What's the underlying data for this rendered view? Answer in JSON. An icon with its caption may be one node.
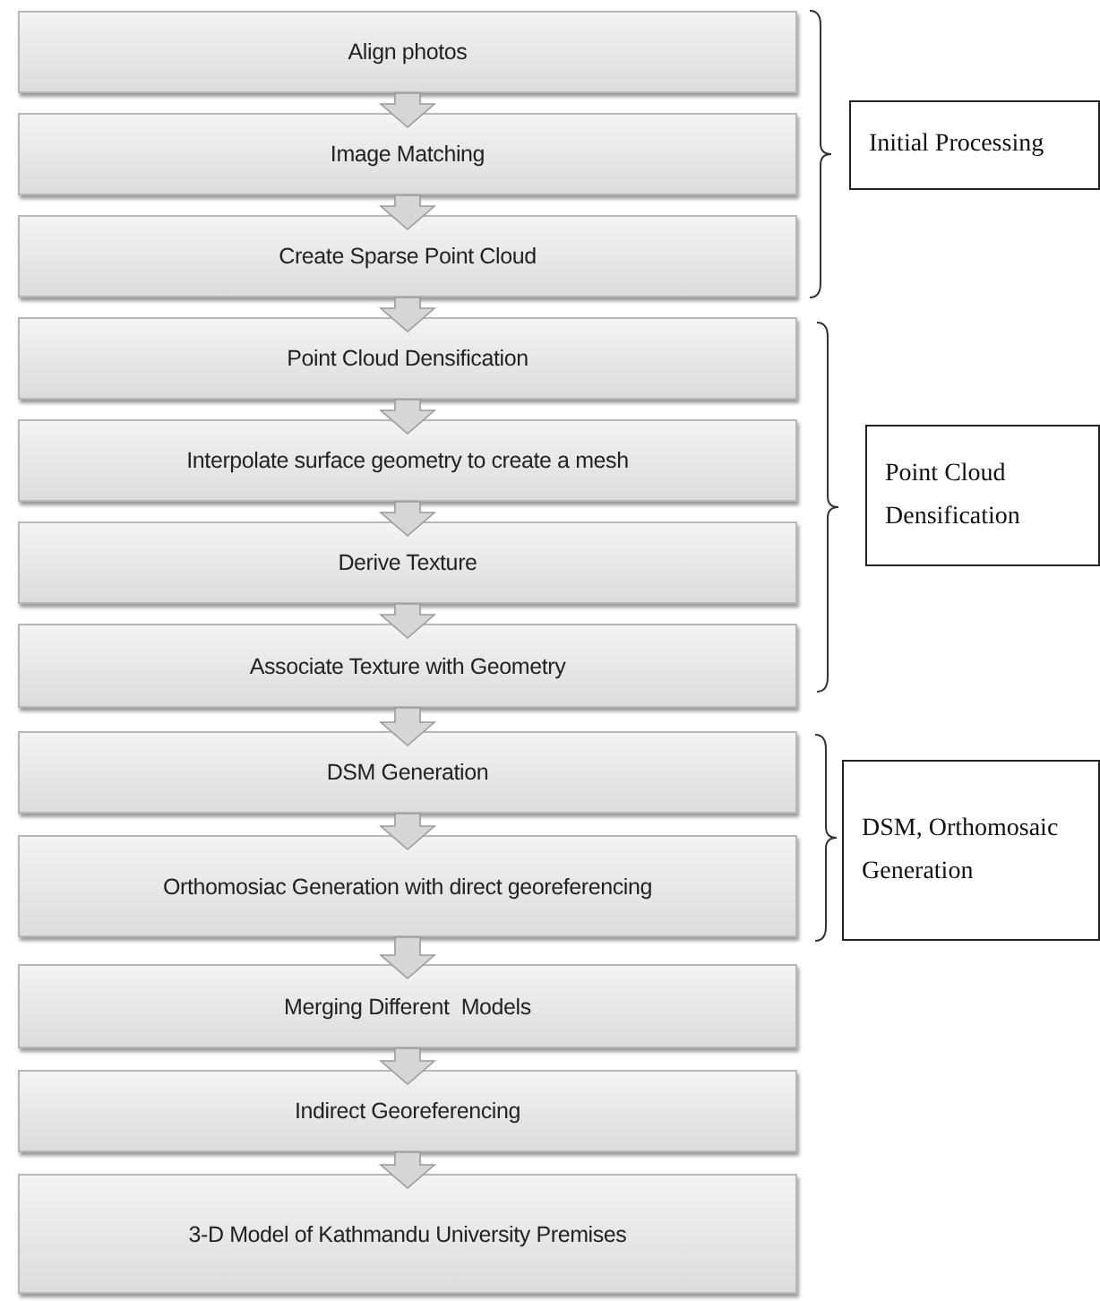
{
  "diagram": {
    "nodes": [
      {
        "text": [
          "Align photos"
        ]
      },
      {
        "text": [
          "Image Matching"
        ]
      },
      {
        "text": [
          "Create Sparse Point Cloud"
        ]
      },
      {
        "text": [
          "Point Cloud Densification"
        ]
      },
      {
        "text": [
          "Interpolate surface geometry to create a mesh"
        ]
      },
      {
        "text": [
          "Derive Texture"
        ]
      },
      {
        "text": [
          "Associate Texture with Geometry"
        ]
      },
      {
        "text": [
          "DSM Generation"
        ]
      },
      {
        "text": [
          "Orthomosiac Generation with direct georeferencing"
        ]
      },
      {
        "text": [
          "Merging Different  Models"
        ]
      },
      {
        "text": [
          "Indirect Georeferencing"
        ]
      },
      {
        "text": [
          "3-D Model of Kathmandu University Premises"
        ]
      },
      {
        "text": [
          "Initial Processing"
        ]
      },
      {
        "text": [
          "Point Cloud Densification"
        ]
      },
      {
        "text": [
          "DSM, Orthomosaic Generation"
        ]
      }
    ],
    "edges": [
      {
        "from": 0,
        "to": 1,
        "arrow": "to"
      },
      {
        "from": 1,
        "to": 2,
        "arrow": "to"
      },
      {
        "from": 2,
        "to": 3,
        "arrow": "to"
      },
      {
        "from": 3,
        "to": 4,
        "arrow": "to"
      },
      {
        "from": 4,
        "to": 5,
        "arrow": "to"
      },
      {
        "from": 5,
        "to": 6,
        "arrow": "to"
      },
      {
        "from": 6,
        "to": 7,
        "arrow": "to"
      },
      {
        "from": 7,
        "to": 8,
        "arrow": "to"
      },
      {
        "from": 8,
        "to": 9,
        "arrow": "to"
      },
      {
        "from": 9,
        "to": 10,
        "arrow": "to"
      },
      {
        "from": 10,
        "to": 11,
        "arrow": "to"
      }
    ]
  }
}
